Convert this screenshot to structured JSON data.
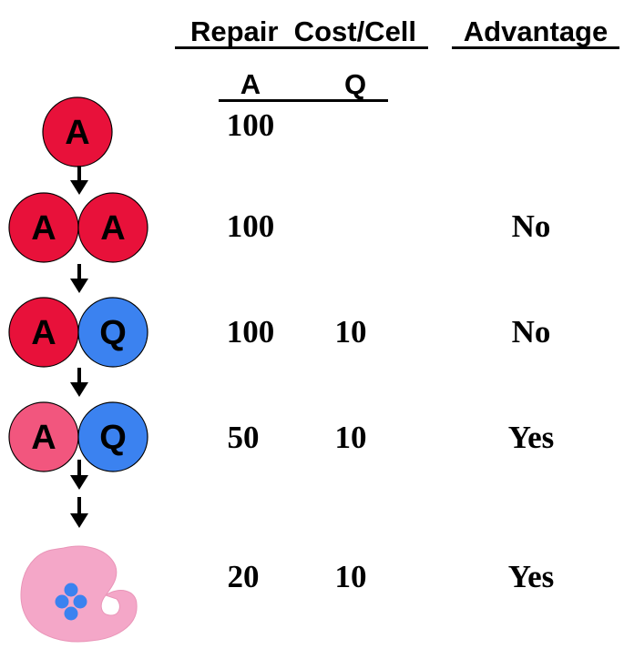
{
  "headers": {
    "repair_cost": "Repair  Cost/Cell",
    "advantage": "Advantage",
    "col_a": "A",
    "col_q": "Q"
  },
  "rows": [
    {
      "cells": [
        "A"
      ],
      "a": "100",
      "q": "",
      "advantage": ""
    },
    {
      "cells": [
        "A",
        "A"
      ],
      "a": "100",
      "q": "",
      "advantage": "No"
    },
    {
      "cells": [
        "A",
        "Q"
      ],
      "a": "100",
      "q": "10",
      "advantage": "No"
    },
    {
      "cells": [
        "A",
        "Q"
      ],
      "a": "50",
      "q": "10",
      "advantage": "Yes"
    },
    {
      "cells": [],
      "a": "20",
      "q": "10",
      "advantage": "Yes"
    }
  ],
  "colors": {
    "cell_a_red": "#e8113a",
    "cell_a_pink": "#f2567e",
    "cell_q_blue": "#3b82f0",
    "tumor": "#f4a7c8",
    "nuclei": "#3b82f0"
  },
  "icons": [
    "cell-a-icon",
    "cell-q-icon",
    "down-arrow-icon",
    "tumor-cell-icon"
  ]
}
